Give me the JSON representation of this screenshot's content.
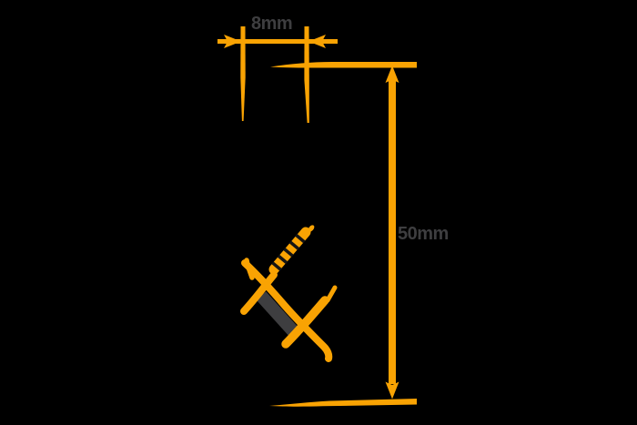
{
  "canvas": {
    "background": "#000000"
  },
  "colors": {
    "accent": "#F9A303",
    "label": "#3E3E40",
    "stripe": "#151515",
    "bg": "#000000"
  },
  "diagram": {
    "type": "dimensioned-sketch",
    "dimensions": {
      "width": {
        "label": "8mm",
        "orientation": "horizontal",
        "position": "top"
      },
      "height": {
        "label": "50mm",
        "orientation": "vertical",
        "position": "right"
      }
    },
    "elements": [
      "width-dimension-line-with-inward-arrows",
      "two-tapered-vertical-edge-lines",
      "height-dimension-line-with-outward-arrows",
      "top-extension-line",
      "bottom-extension-line",
      "diagonal-sketch-with-striped-band-cross-ticks-and-shadow-bar"
    ]
  }
}
